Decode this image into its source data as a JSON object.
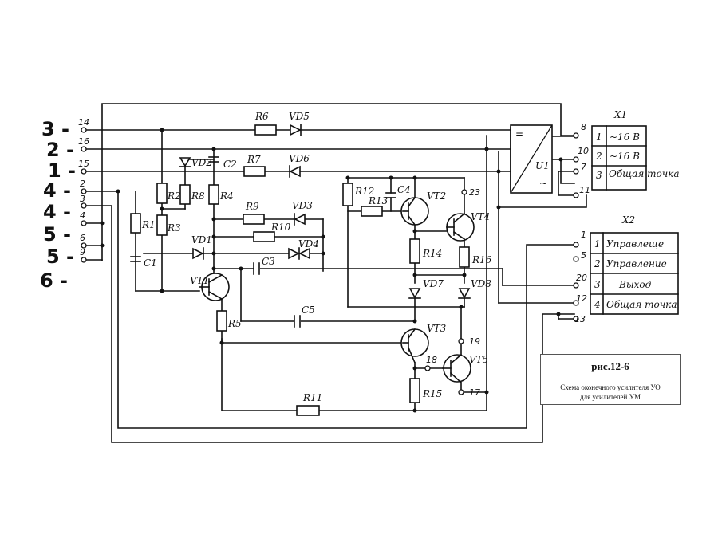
{
  "hand_labels": [
    "3 -",
    "2 -",
    "1 -",
    "4 -",
    "4 -",
    "5 -",
    "5 -",
    "6 -"
  ],
  "input_pins": [
    "14",
    "16",
    "15",
    "2",
    "3",
    "4",
    "6",
    "9"
  ],
  "resistors": [
    "R1",
    "R2",
    "R3",
    "R4",
    "R5",
    "R6",
    "R7",
    "R8",
    "R9",
    "R10",
    "R11",
    "R12",
    "R13",
    "R14",
    "R15",
    "R16"
  ],
  "capacitors": [
    "C1",
    "C2",
    "C3",
    "C4",
    "C5"
  ],
  "diodes": [
    "VD1",
    "VD2",
    "VD3",
    "VD4",
    "VD5",
    "VD6",
    "VD7",
    "VD8"
  ],
  "transistors": [
    "VT1",
    "VT2",
    "VT3",
    "VT4",
    "VT5"
  ],
  "node_pins": [
    "23",
    "18",
    "19",
    "17"
  ],
  "module": {
    "name": "U1",
    "top_symbol": "=",
    "bottom_symbol": "~"
  },
  "x1": {
    "title": "X1",
    "rows": [
      {
        "pin": "8",
        "num": "1",
        "label": "~16 В"
      },
      {
        "pin": "10",
        "num": "2",
        "label": "~16 В"
      },
      {
        "pin": "7",
        "num": "3",
        "label": "Общая точка"
      },
      {
        "pin": "11",
        "num": "",
        "label": ""
      }
    ]
  },
  "x2": {
    "title": "X2",
    "rows": [
      {
        "pin": "1",
        "num": "1",
        "label": "Управлеще"
      },
      {
        "pin": "5",
        "num": "2",
        "label": "Управление"
      },
      {
        "pin": "20",
        "num": "3",
        "label": "Выход"
      },
      {
        "pin": "12",
        "num": "4",
        "label": "Общая точка"
      },
      {
        "pin": "13",
        "num": "",
        "label": ""
      }
    ]
  },
  "caption": {
    "title": "рис.12-6",
    "line1": "Схема оконечного усилителя УО",
    "line2": "для усилителей УМ"
  }
}
